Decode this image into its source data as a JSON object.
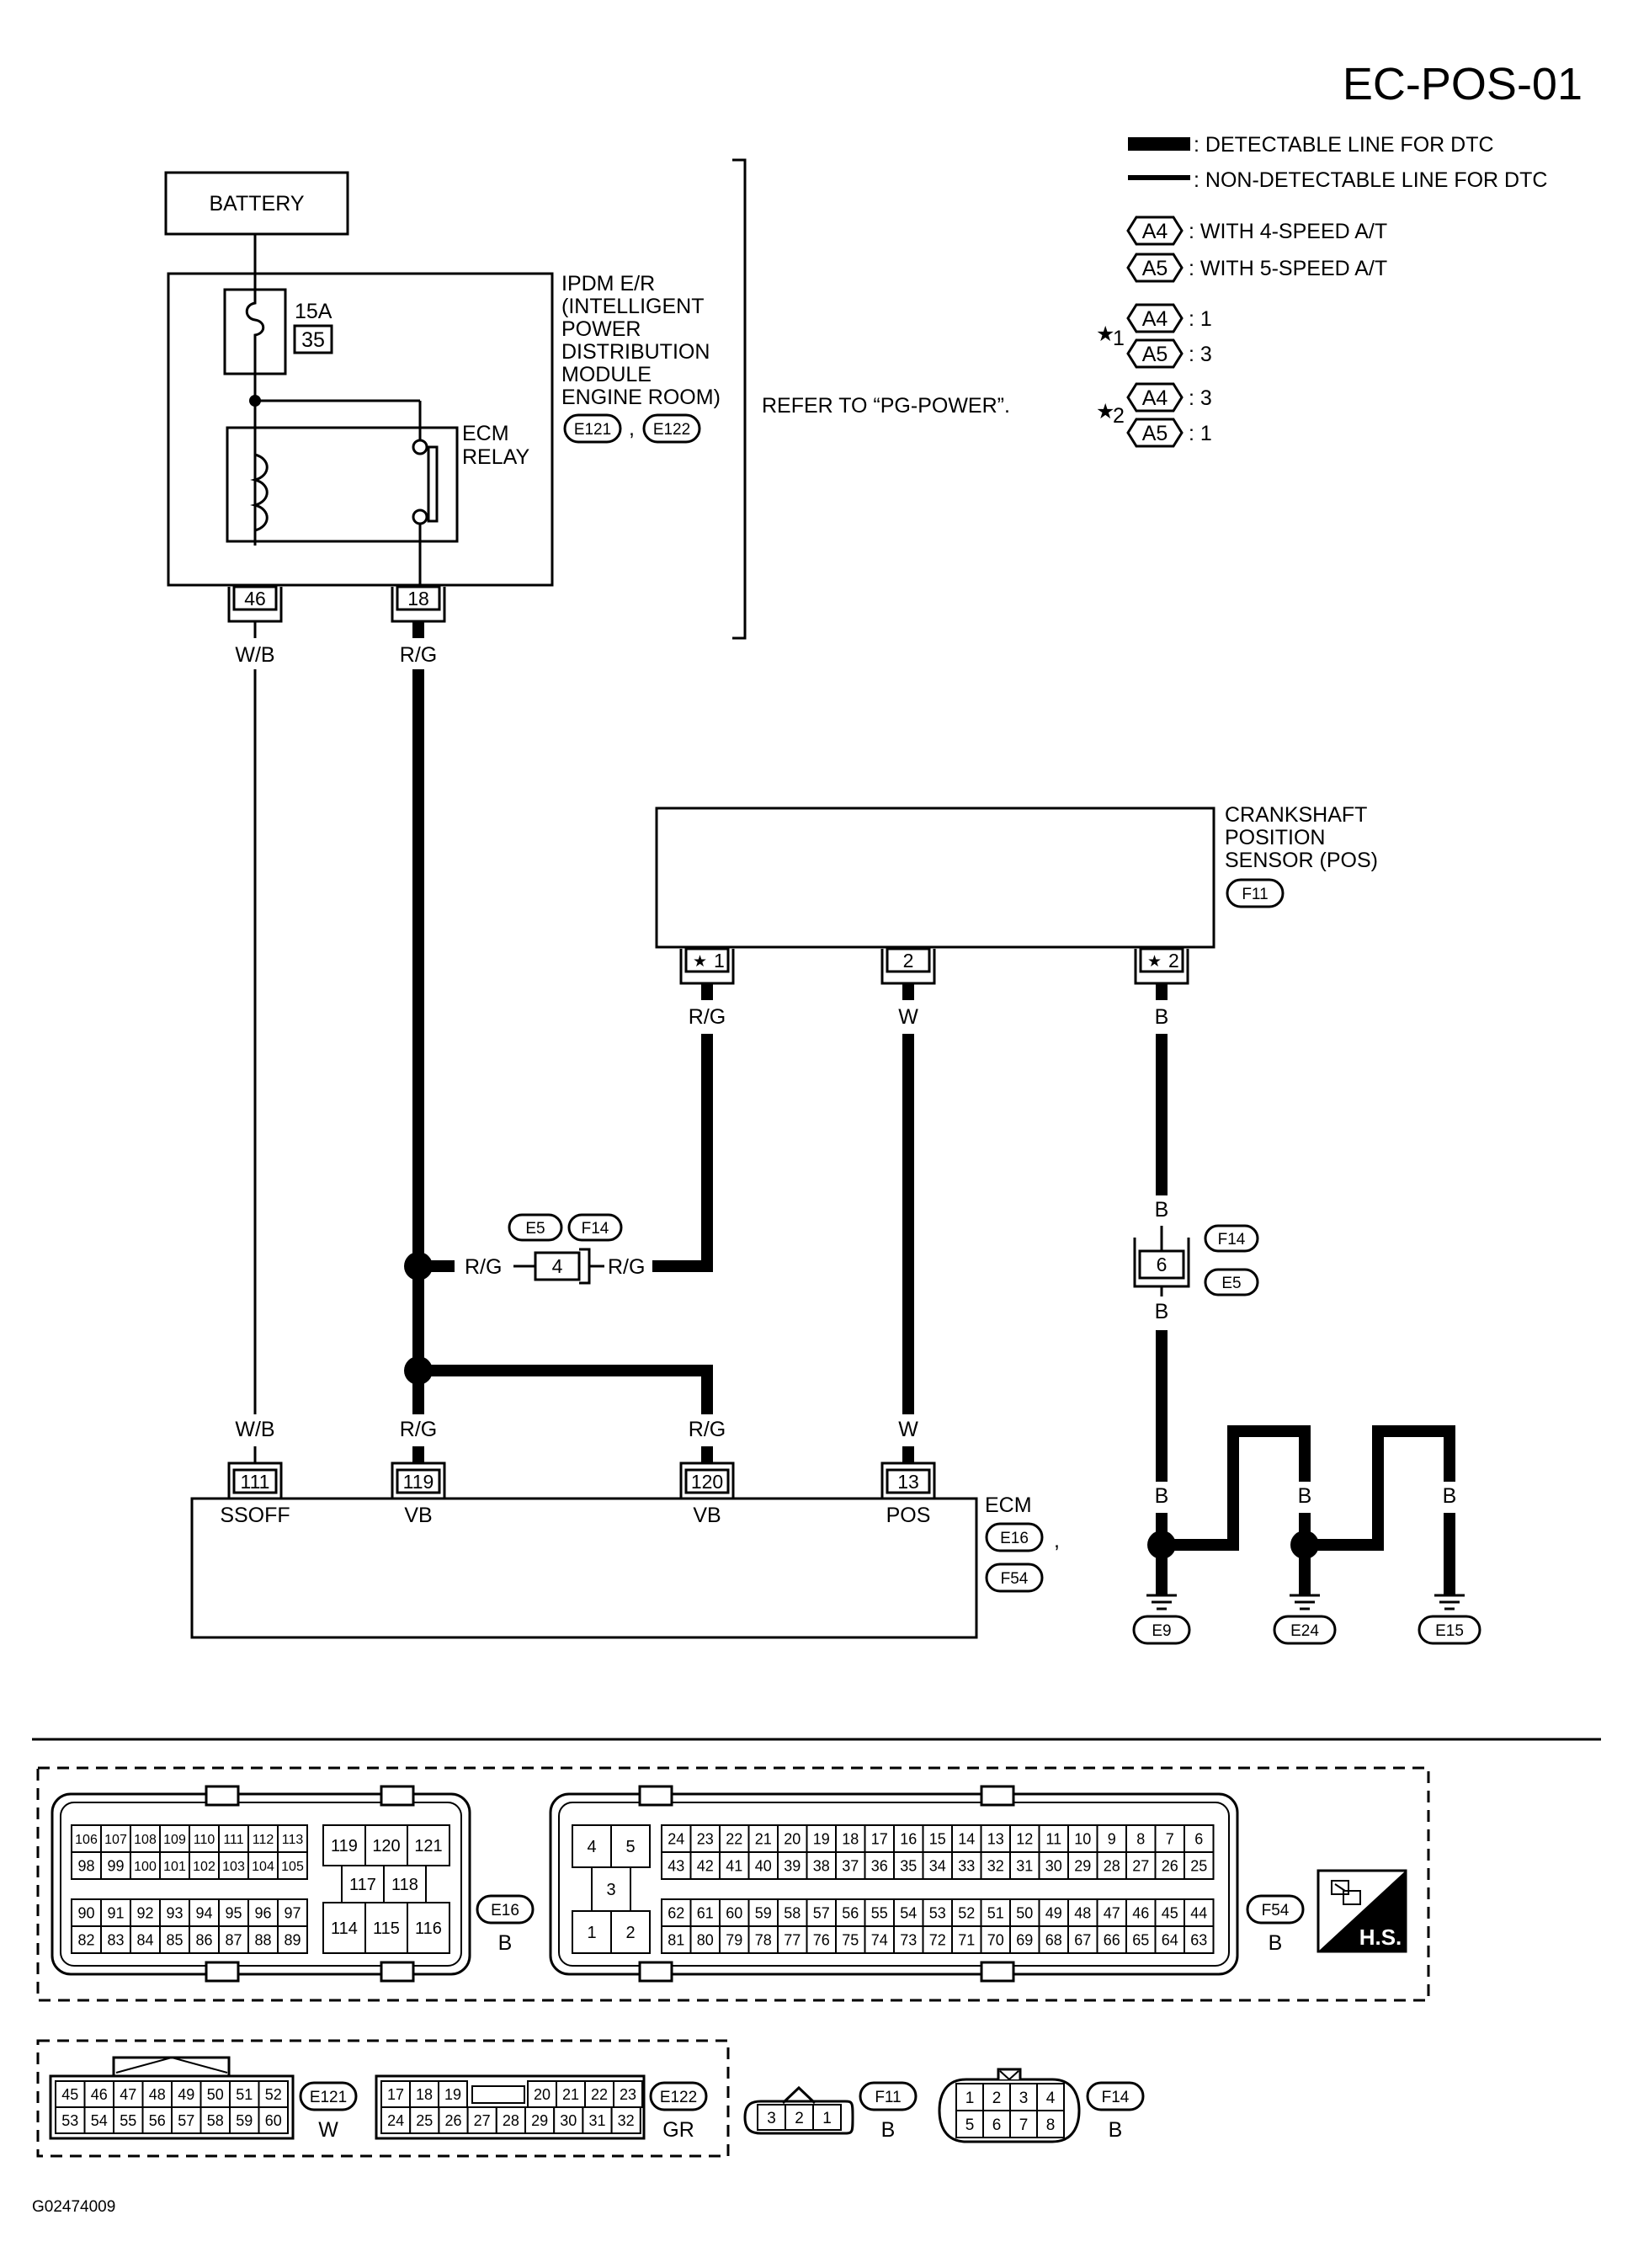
{
  "header": {
    "page_code": "EC-POS-01"
  },
  "legend": {
    "detectable": ": DETECTABLE LINE FOR DTC",
    "non_detectable": ": NON-DETECTABLE LINE FOR DTC",
    "a4_tag": "A4",
    "a4_text": ": WITH 4-SPEED A/T",
    "a5_tag": "A5",
    "a5_text": ": WITH 5-SPEED A/T",
    "star1": "1",
    "star1_a4": ": 1",
    "star1_a5": ": 3",
    "star2": "2",
    "star2_a4": ": 3",
    "star2_a5": ": 1"
  },
  "battery": {
    "label": "BATTERY"
  },
  "ipdm": {
    "label_lines": [
      "IPDM E/R",
      "(INTELLIGENT",
      "POWER",
      "DISTRIBUTION",
      "MODULE",
      "ENGINE ROOM)"
    ],
    "conn1": "E121",
    "conn2": "E122",
    "comma": ",",
    "fuse_amp": "15A",
    "fuse_no": "35",
    "relay_lines": [
      "ECM",
      "RELAY"
    ],
    "pin_left": "46",
    "pin_right": "18",
    "refer": "REFER TO “PG-POWER”."
  },
  "wires": {
    "wb": "W/B",
    "rg": "R/G",
    "w": "W",
    "b": "B"
  },
  "sensor": {
    "label_lines": [
      "CRANKSHAFT",
      "POSITION",
      "SENSOR (POS)"
    ],
    "conn": "F11",
    "pin1": "1",
    "pin2": "2",
    "pin3": "2"
  },
  "joint": {
    "e5": "E5",
    "f14": "F14",
    "pin4": "4",
    "pin6": "6"
  },
  "ecm": {
    "label": "ECM",
    "conn1": "E16",
    "conn2": "F54",
    "comma": ",",
    "pins": [
      "111",
      "119",
      "120",
      "13"
    ],
    "names": [
      "SSOFF",
      "VB",
      "VB",
      "POS"
    ]
  },
  "grounds": [
    "E9",
    "E24",
    "E15"
  ],
  "face_e16": {
    "rows_left": [
      [
        "106",
        "107",
        "108",
        "109",
        "110",
        "111",
        "112",
        "113"
      ],
      [
        "98",
        "99",
        "100",
        "101",
        "102",
        "103",
        "104",
        "105"
      ],
      [
        "90",
        "91",
        "92",
        "93",
        "94",
        "95",
        "96",
        "97"
      ],
      [
        "82",
        "83",
        "84",
        "85",
        "86",
        "87",
        "88",
        "89"
      ]
    ],
    "mid_top": [
      "119",
      "120",
      "121"
    ],
    "mid_center": [
      "117",
      "118"
    ],
    "mid_bottom": [
      "114",
      "115",
      "116"
    ],
    "tag": "E16",
    "color": "B"
  },
  "face_f54": {
    "left_top": [
      "4",
      "5"
    ],
    "left_mid": "3",
    "left_bottom": [
      "1",
      "2"
    ],
    "rows": [
      [
        "24",
        "23",
        "22",
        "21",
        "20",
        "19",
        "18",
        "17",
        "16",
        "15",
        "14",
        "13",
        "12",
        "11",
        "10",
        "9",
        "8",
        "7",
        "6"
      ],
      [
        "43",
        "42",
        "41",
        "40",
        "39",
        "38",
        "37",
        "36",
        "35",
        "34",
        "33",
        "32",
        "31",
        "30",
        "29",
        "28",
        "27",
        "26",
        "25"
      ],
      [
        "62",
        "61",
        "60",
        "59",
        "58",
        "57",
        "56",
        "55",
        "54",
        "53",
        "52",
        "51",
        "50",
        "49",
        "48",
        "47",
        "46",
        "45",
        "44"
      ],
      [
        "81",
        "80",
        "79",
        "78",
        "77",
        "76",
        "75",
        "74",
        "73",
        "72",
        "71",
        "70",
        "69",
        "68",
        "67",
        "66",
        "65",
        "64",
        "63"
      ]
    ],
    "tag": "F54",
    "color": "B"
  },
  "hs_badge": "H.S.",
  "face_e121": {
    "row1": [
      "45",
      "46",
      "47",
      "48",
      "49",
      "50",
      "51",
      "52"
    ],
    "row2": [
      "53",
      "54",
      "55",
      "56",
      "57",
      "58",
      "59",
      "60"
    ],
    "tag": "E121",
    "color": "W"
  },
  "face_e122": {
    "row1a": [
      "17",
      "18",
      "19"
    ],
    "row1b": [
      "20",
      "21",
      "22",
      "23"
    ],
    "row2": [
      "24",
      "25",
      "26",
      "27",
      "28",
      "29",
      "30",
      "31",
      "32"
    ],
    "tag": "E122",
    "color": "GR"
  },
  "face_f11": {
    "pins": [
      "3",
      "2",
      "1"
    ],
    "tag": "F11",
    "color": "B"
  },
  "face_f14": {
    "row1": [
      "1",
      "2",
      "3",
      "4"
    ],
    "row2": [
      "5",
      "6",
      "7",
      "8"
    ],
    "tag": "F14",
    "color": "B"
  },
  "footer": {
    "figure_id": "G02474009"
  }
}
